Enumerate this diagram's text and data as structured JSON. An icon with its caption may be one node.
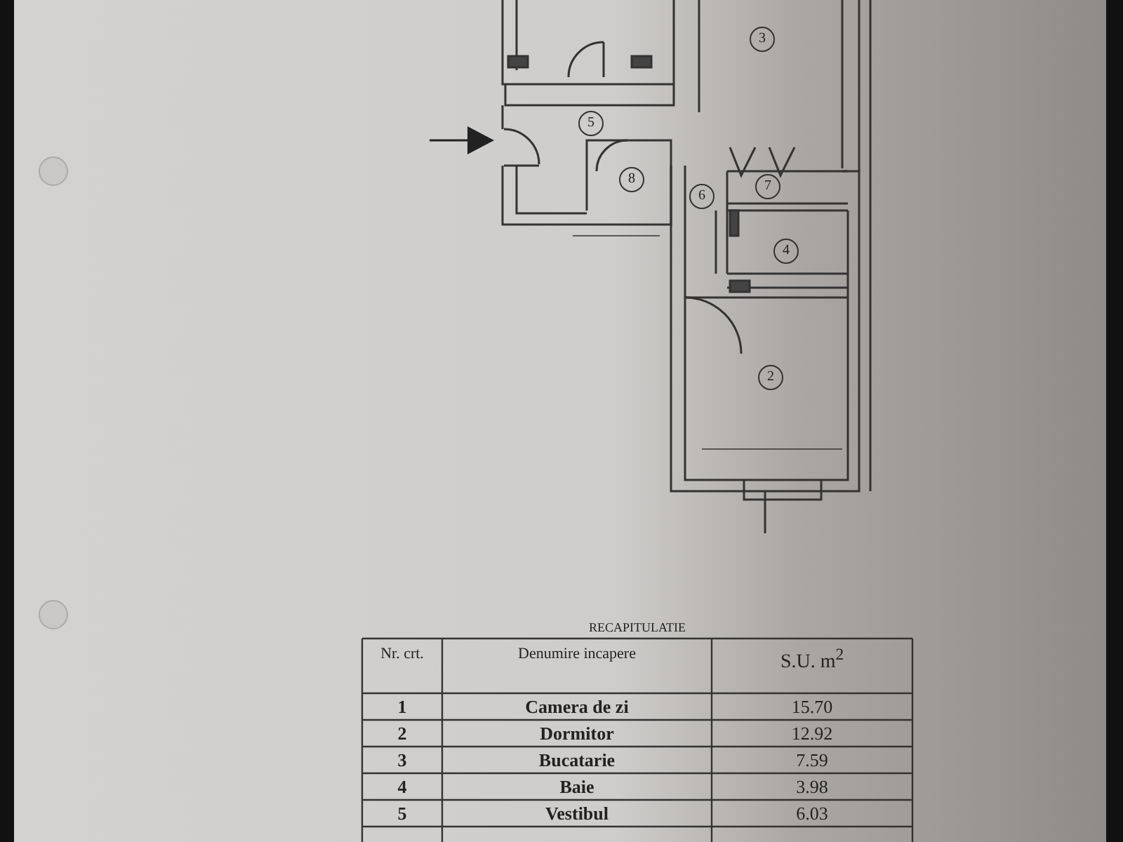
{
  "diagram": {
    "labels": [
      "3",
      "5",
      "8",
      "6",
      "7",
      "4",
      "2",
      "RECAPITULATIE",
      "Nr. crt.",
      "Denumire incapere",
      "S.U. m$^{2}$",
      "1",
      "Camera de zi",
      "15.70",
      "2",
      "Dormitor",
      "12.92",
      "3",
      "Bucatarie",
      "7.59",
      "4",
      "Baie",
      "3.98",
      "5",
      "Vestibul",
      "6.03"
    ]
  }
}
